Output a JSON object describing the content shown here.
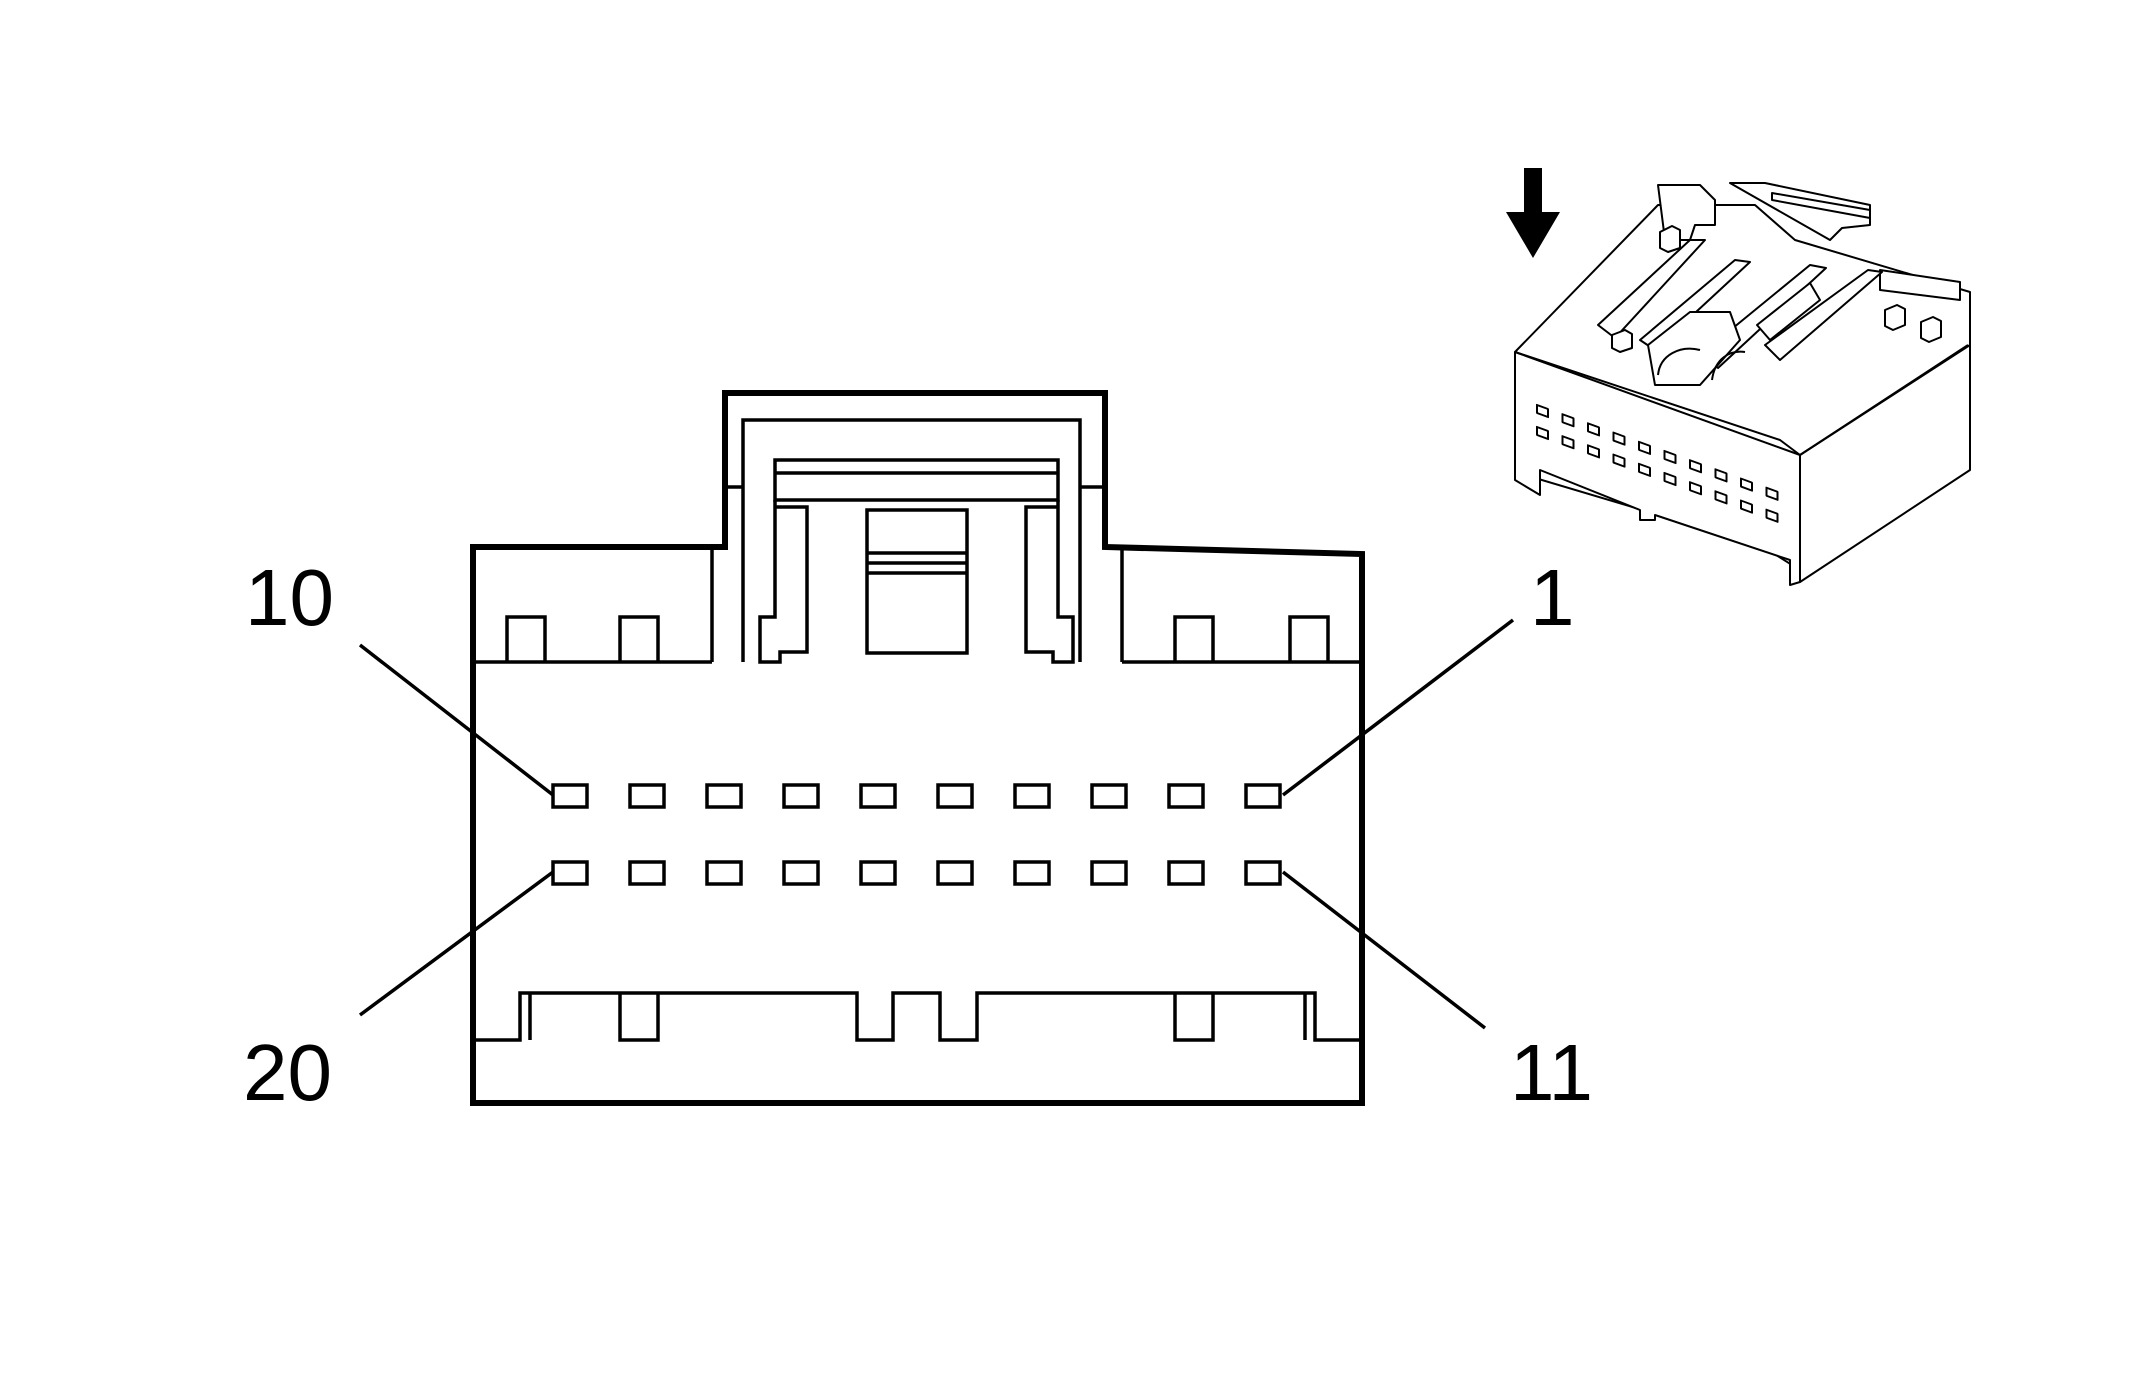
{
  "diagram": {
    "pin_labels": {
      "top_left": "10",
      "top_right": "1",
      "bottom_left": "20",
      "bottom_right": "11"
    },
    "connector": {
      "rows": 2,
      "cavities_per_row": 10,
      "total_pins": 20
    },
    "icons": [
      "down-arrow-icon",
      "connector-isometric-icon"
    ]
  }
}
